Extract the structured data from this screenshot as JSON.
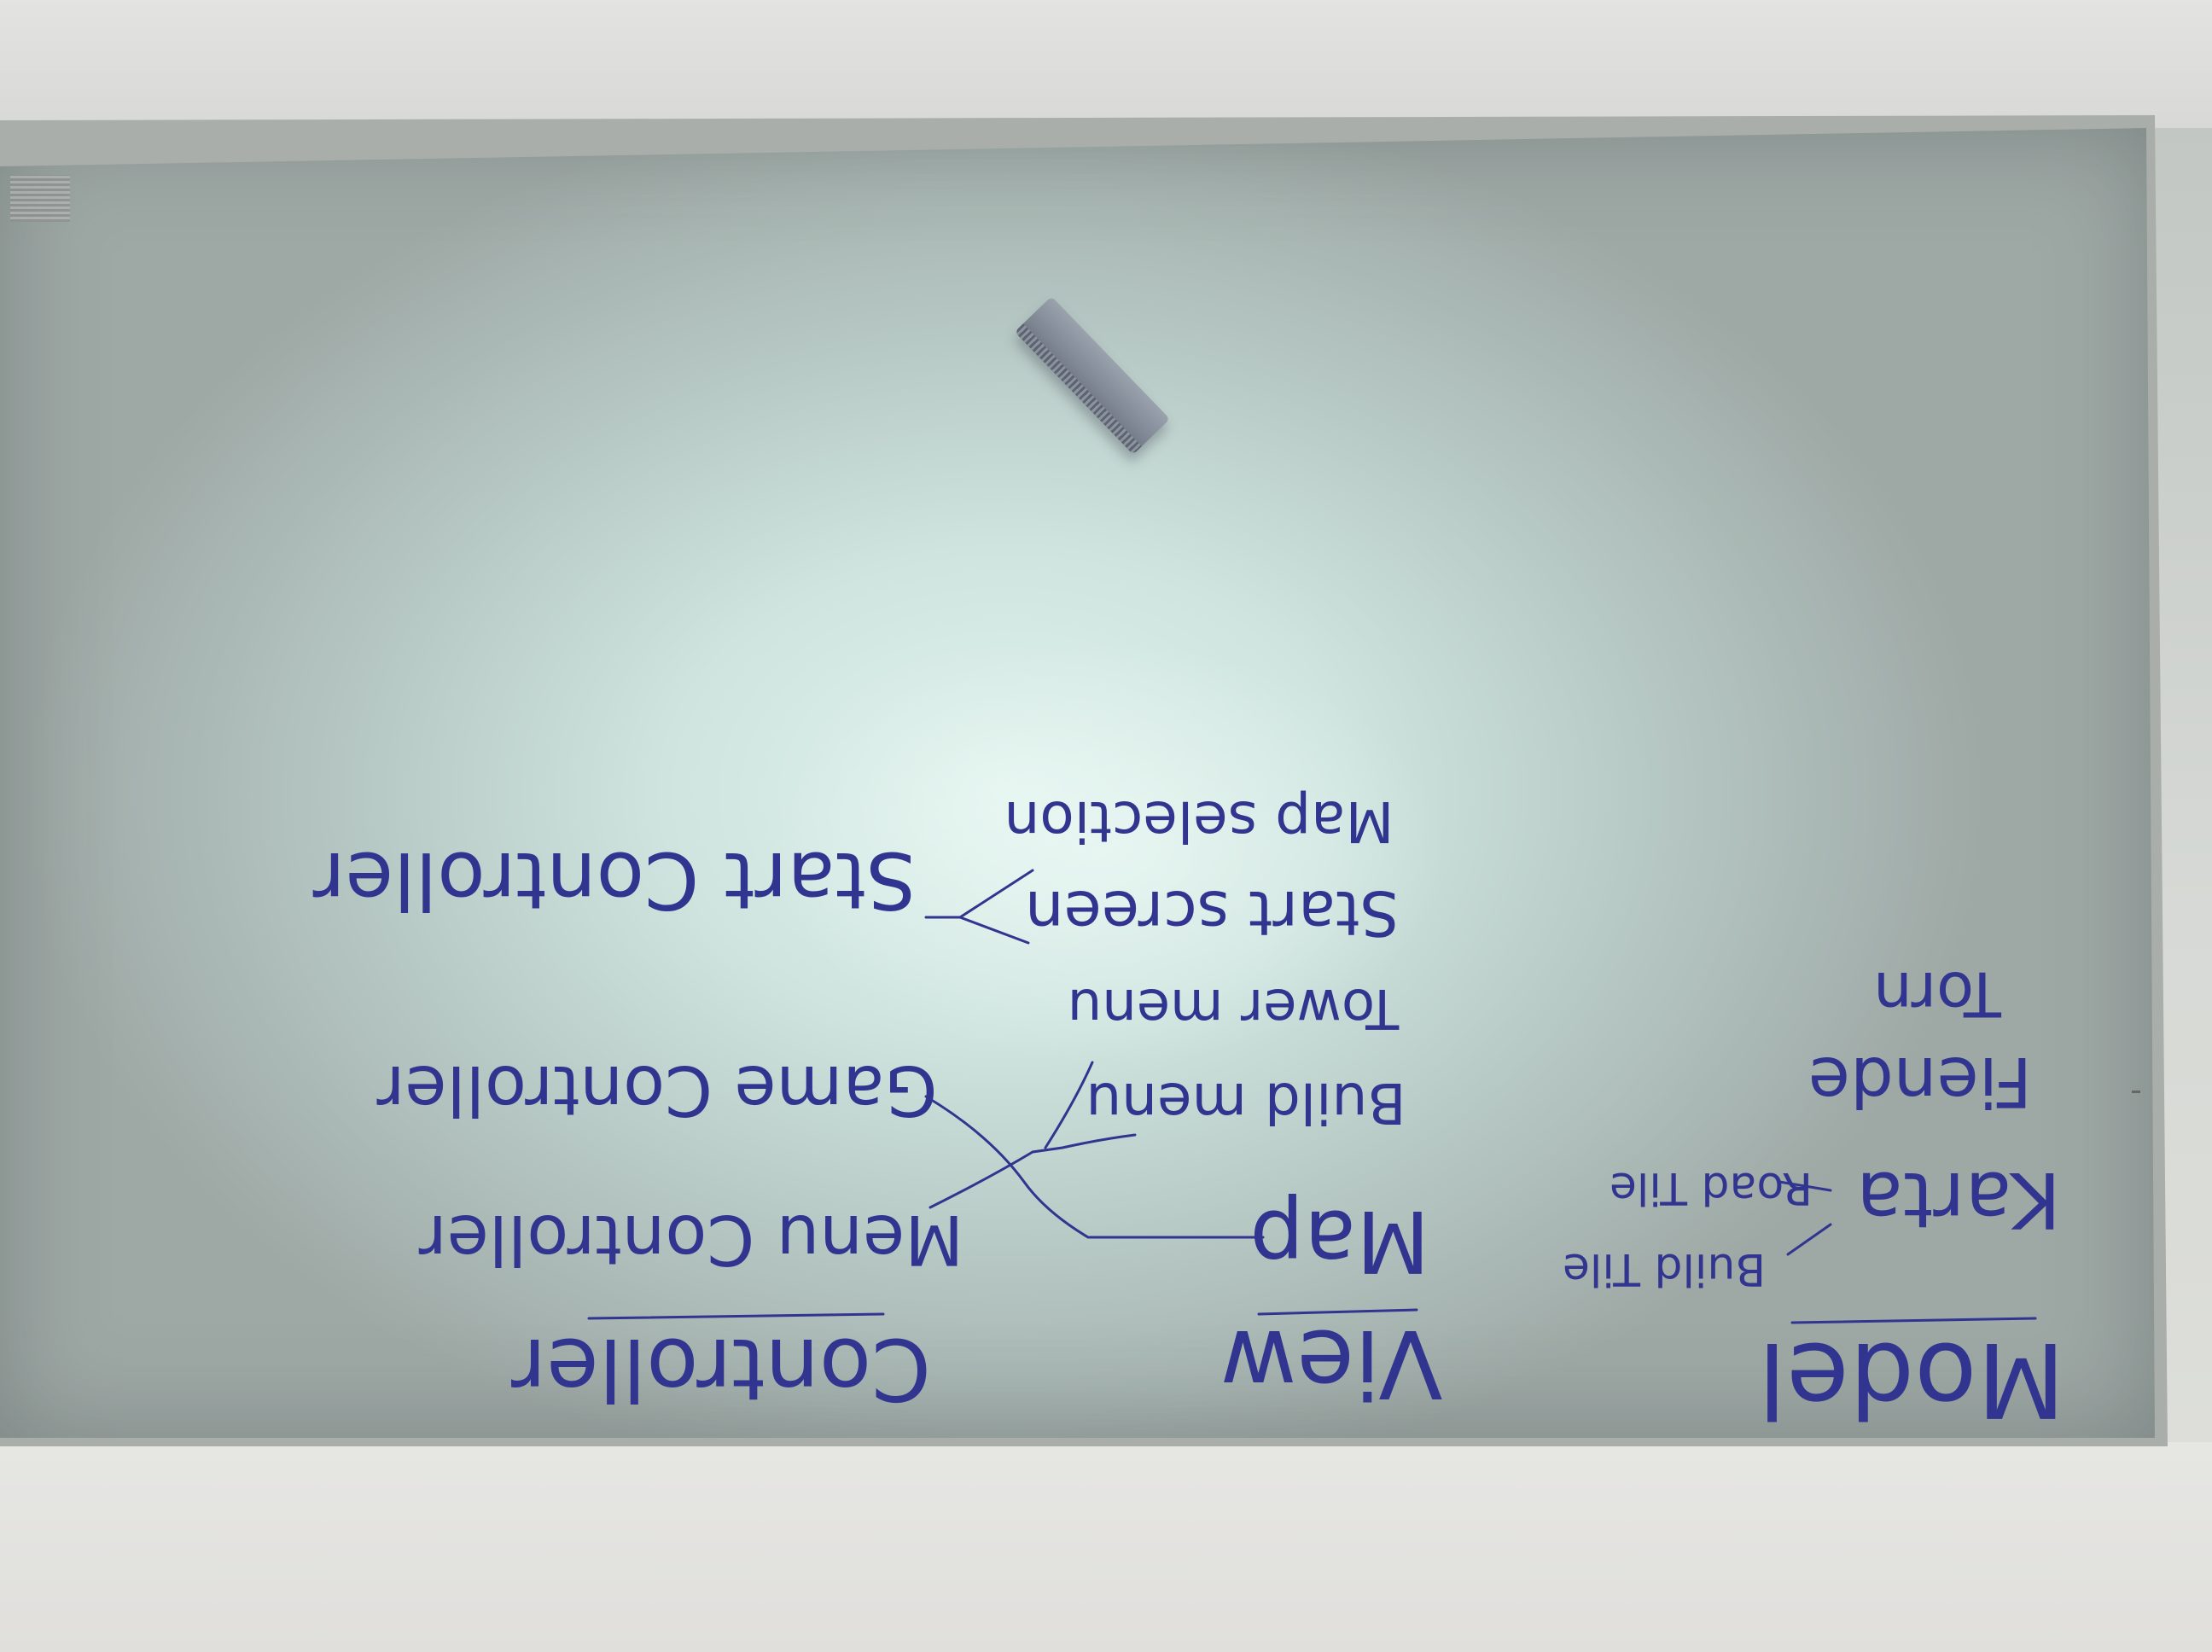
{
  "whiteboard": {
    "model": {
      "heading": "Model",
      "items": [
        "Karta",
        "Fiende",
        "Torn"
      ],
      "karta_children": [
        "Build Tile",
        "Road Tile"
      ]
    },
    "view": {
      "heading": "View",
      "items": [
        "Map",
        "Build menu",
        "Tower menu",
        "Start screen",
        "Map selection"
      ]
    },
    "controller": {
      "heading": "Controller",
      "items": [
        "Menu Controller",
        "Game Controller",
        "Start Controller"
      ]
    }
  },
  "colors": {
    "ink": "#31358f",
    "board": "#d7ebe6"
  }
}
